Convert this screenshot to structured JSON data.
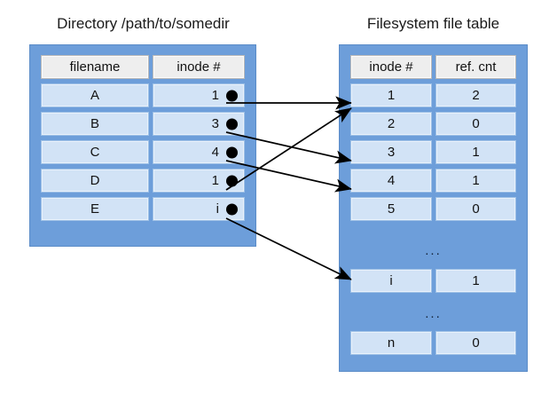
{
  "diagram": {
    "directory": {
      "title": "Directory /path/to/somedir",
      "columns": [
        "filename",
        "inode #"
      ],
      "rows": [
        {
          "filename": "A",
          "inode": "1"
        },
        {
          "filename": "B",
          "inode": "3"
        },
        {
          "filename": "C",
          "inode": "4"
        },
        {
          "filename": "D",
          "inode": "1"
        },
        {
          "filename": "E",
          "inode": "i"
        }
      ]
    },
    "file_table": {
      "title": "Filesystem file table",
      "columns": [
        "inode #",
        "ref. cnt"
      ],
      "rows": [
        {
          "kind": "entry",
          "inode": "1",
          "ref": "2"
        },
        {
          "kind": "entry",
          "inode": "2",
          "ref": "0"
        },
        {
          "kind": "entry",
          "inode": "3",
          "ref": "1"
        },
        {
          "kind": "entry",
          "inode": "4",
          "ref": "1"
        },
        {
          "kind": "entry",
          "inode": "5",
          "ref": "0"
        },
        {
          "kind": "ellipsis",
          "text": "..."
        },
        {
          "kind": "entry",
          "inode": "i",
          "ref": "1"
        },
        {
          "kind": "ellipsis",
          "text": "..."
        },
        {
          "kind": "entry",
          "inode": "n",
          "ref": "0"
        }
      ]
    },
    "links": [
      {
        "from": "A",
        "to": "1"
      },
      {
        "from": "B",
        "to": "3"
      },
      {
        "from": "C",
        "to": "4"
      },
      {
        "from": "D",
        "to": "1"
      },
      {
        "from": "E",
        "to": "i"
      }
    ],
    "colors": {
      "panel_fill": "#6d9eda",
      "cell_fill": "#d2e3f6",
      "header_fill": "#eeeeee",
      "cell_border": "#9dc0e6",
      "arrow": "#000000",
      "background": "#ffffff"
    }
  }
}
